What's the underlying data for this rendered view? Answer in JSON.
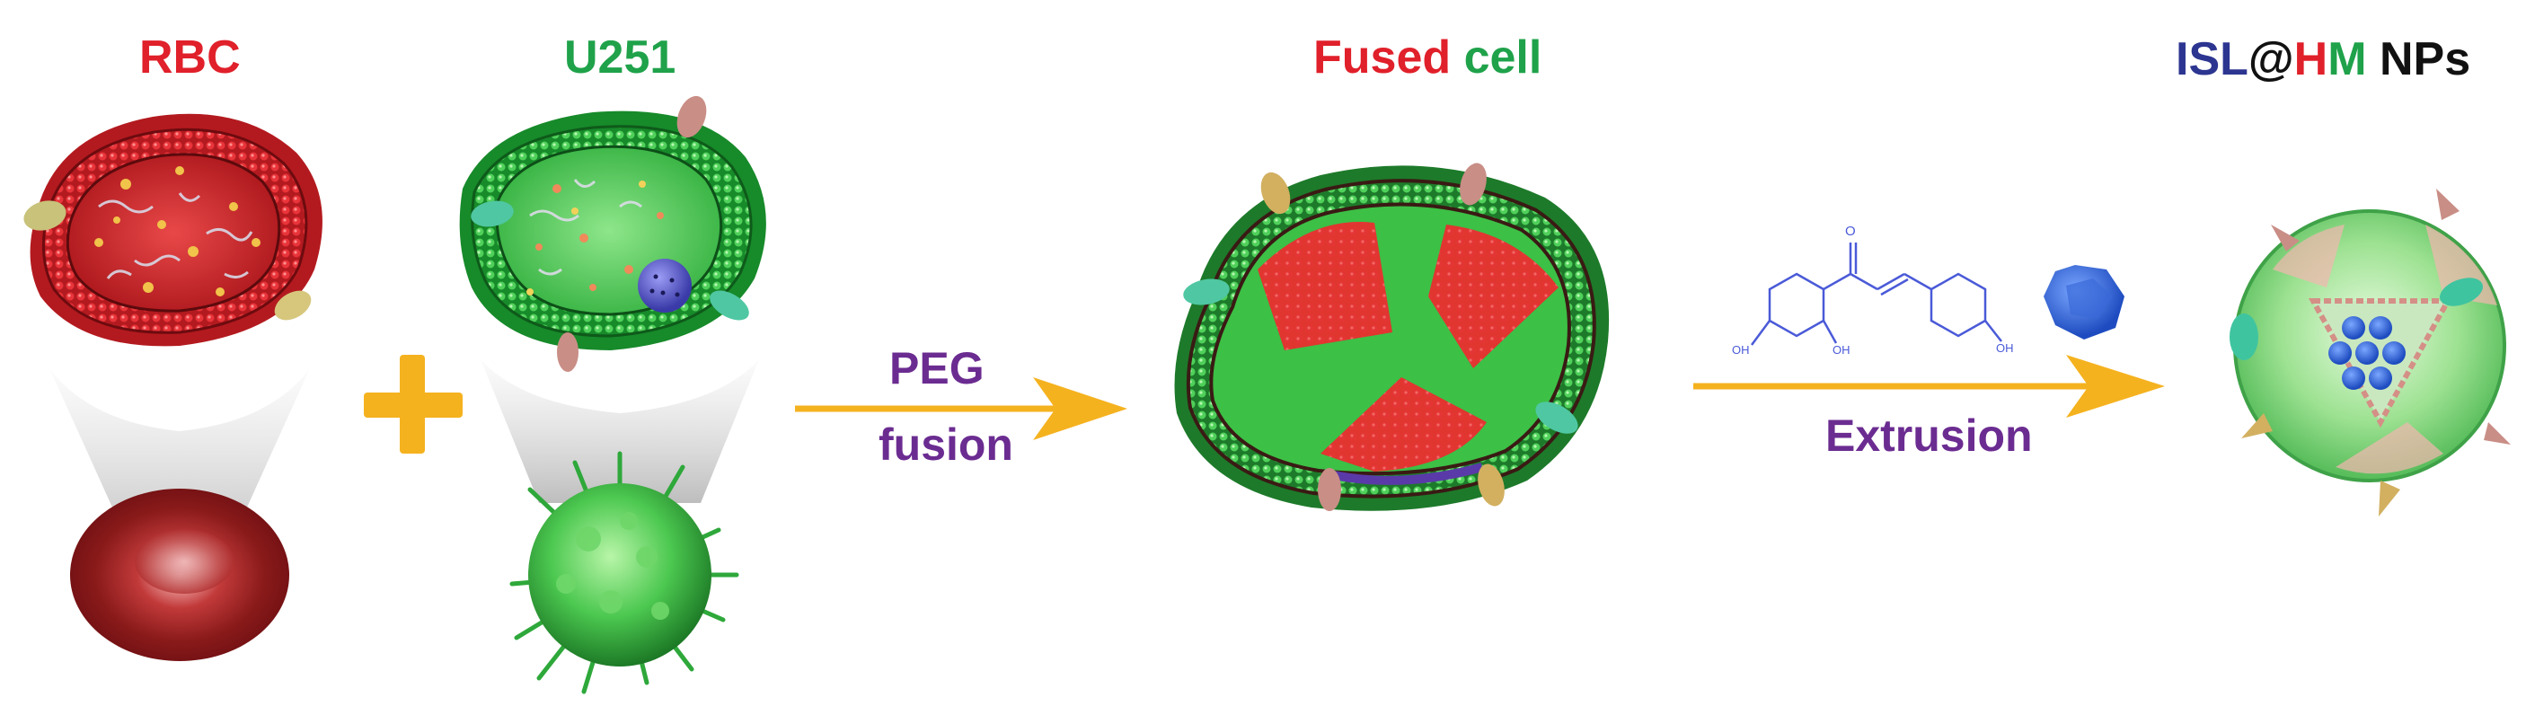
{
  "labels": {
    "rbc": "RBC",
    "u251": "U251",
    "fused_part1": "Fused",
    "fused_part2": "cell",
    "nps_isl": "ISL",
    "nps_at": "@",
    "nps_h": "H",
    "nps_m": "M",
    "nps_tail": "NPs"
  },
  "steps": {
    "step1_line1": "PEG",
    "step1_line2": "fusion",
    "step2": "Extrusion"
  },
  "molecule_labels": {
    "oxygen": "O",
    "oh_left": "OH",
    "oh_middle": "OH",
    "oh_right": "OH"
  },
  "colors": {
    "rbc_red": "#e0202a",
    "u251_green": "#1fa24a",
    "isl_blue": "#2c3590",
    "nps_black": "#111111",
    "step_purple": "#6b2c91",
    "arrow_orange": "#f5b21f",
    "molecule_blue": "#4a5ad8"
  }
}
